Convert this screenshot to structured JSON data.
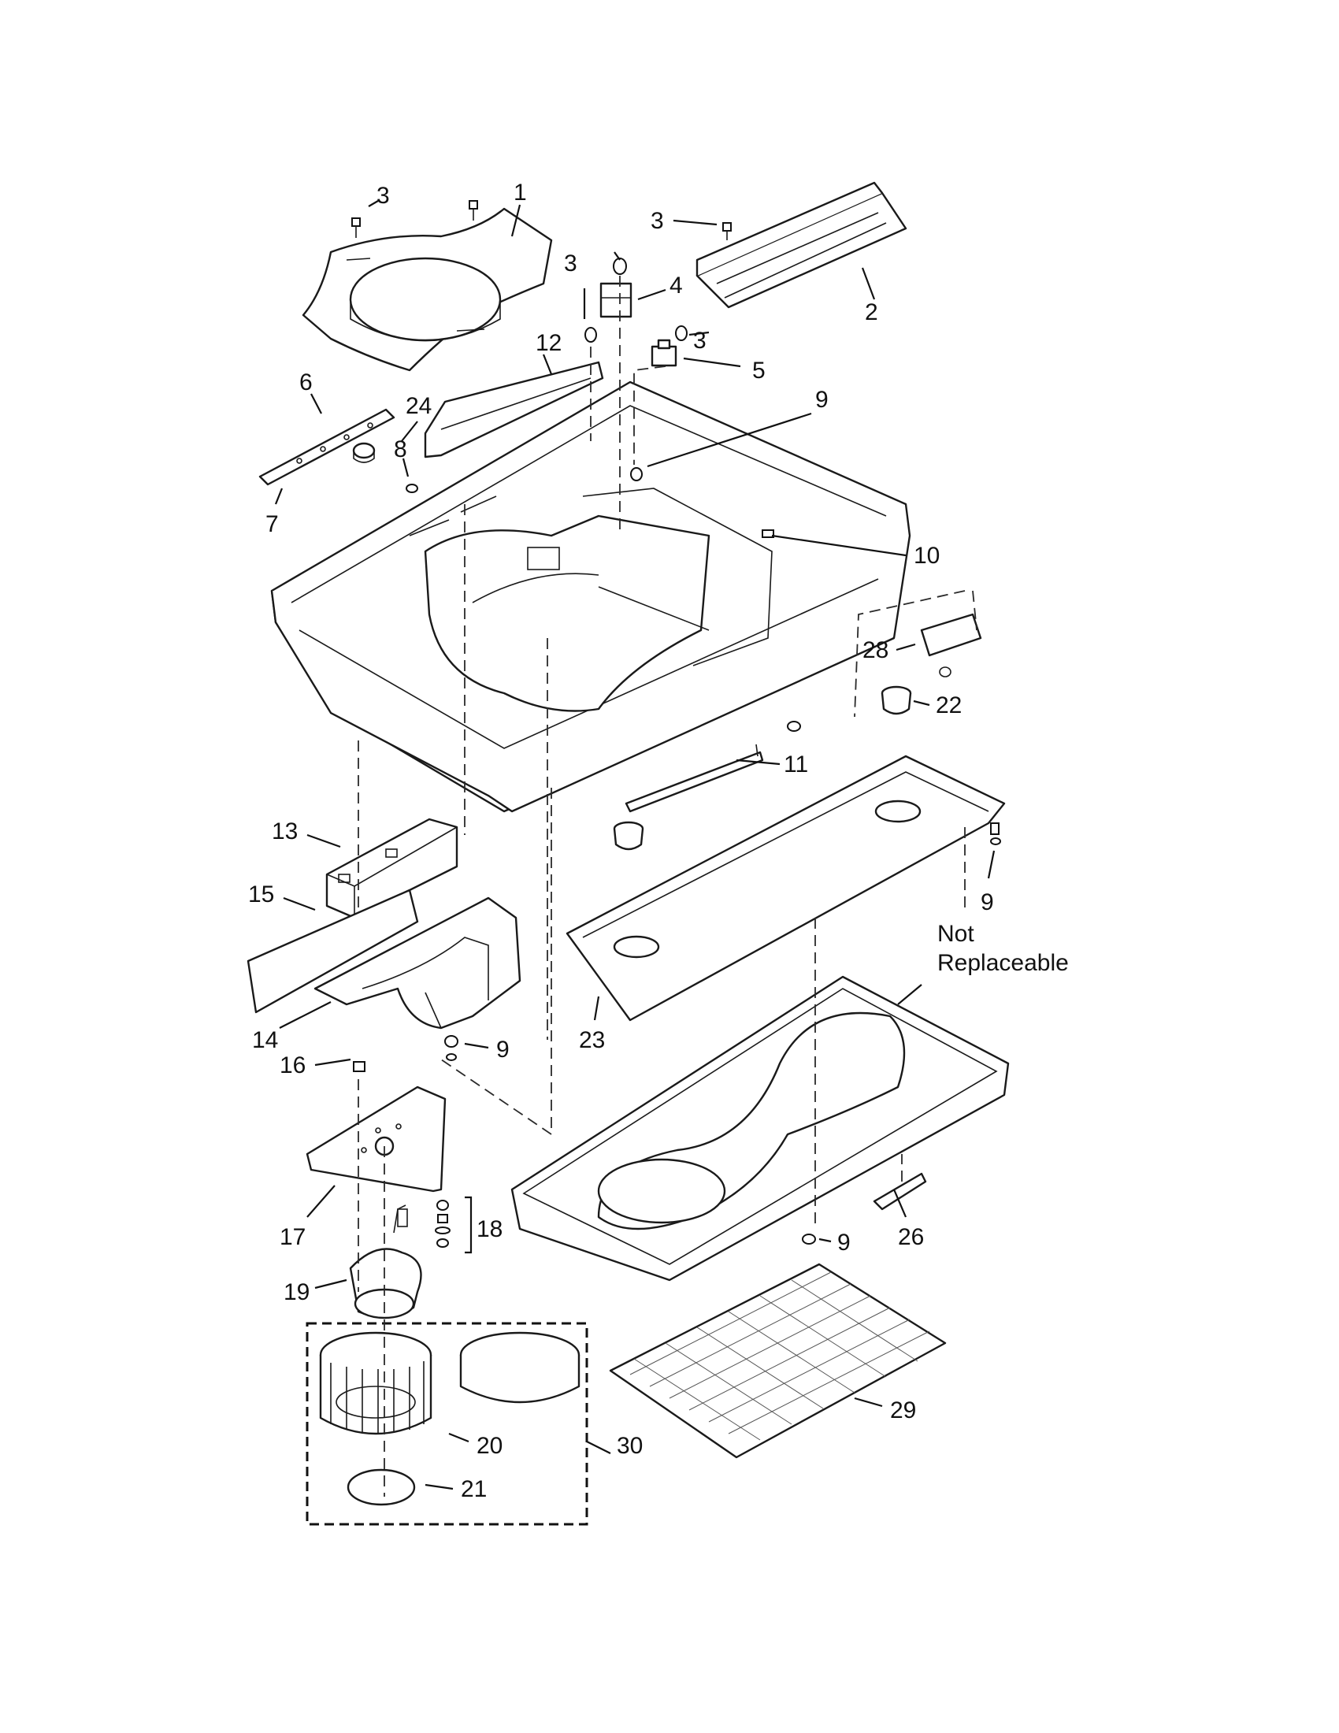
{
  "diagram": {
    "callouts": [
      {
        "id": "c1",
        "text": "1"
      },
      {
        "id": "c2",
        "text": "2"
      },
      {
        "id": "c3a",
        "text": "3"
      },
      {
        "id": "c3b",
        "text": "3"
      },
      {
        "id": "c3c",
        "text": "3"
      },
      {
        "id": "c3d",
        "text": "3"
      },
      {
        "id": "c4",
        "text": "4"
      },
      {
        "id": "c5",
        "text": "5"
      },
      {
        "id": "c6",
        "text": "6"
      },
      {
        "id": "c7",
        "text": "7"
      },
      {
        "id": "c8",
        "text": "8"
      },
      {
        "id": "c9a",
        "text": "9"
      },
      {
        "id": "c9b",
        "text": "9"
      },
      {
        "id": "c9c",
        "text": "9"
      },
      {
        "id": "c9d",
        "text": "9"
      },
      {
        "id": "c10",
        "text": "10"
      },
      {
        "id": "c11",
        "text": "11"
      },
      {
        "id": "c12",
        "text": "12"
      },
      {
        "id": "c13",
        "text": "13"
      },
      {
        "id": "c14",
        "text": "14"
      },
      {
        "id": "c15",
        "text": "15"
      },
      {
        "id": "c16",
        "text": "16"
      },
      {
        "id": "c17",
        "text": "17"
      },
      {
        "id": "c18",
        "text": "18"
      },
      {
        "id": "c19",
        "text": "19"
      },
      {
        "id": "c20",
        "text": "20"
      },
      {
        "id": "c21",
        "text": "21"
      },
      {
        "id": "c22",
        "text": "22"
      },
      {
        "id": "c23",
        "text": "23"
      },
      {
        "id": "c24",
        "text": "24"
      },
      {
        "id": "c26",
        "text": "26"
      },
      {
        "id": "c28",
        "text": "28"
      },
      {
        "id": "c29",
        "text": "29"
      },
      {
        "id": "c30",
        "text": "30"
      }
    ],
    "note_line1": "Not",
    "note_line2": "Replaceable"
  }
}
